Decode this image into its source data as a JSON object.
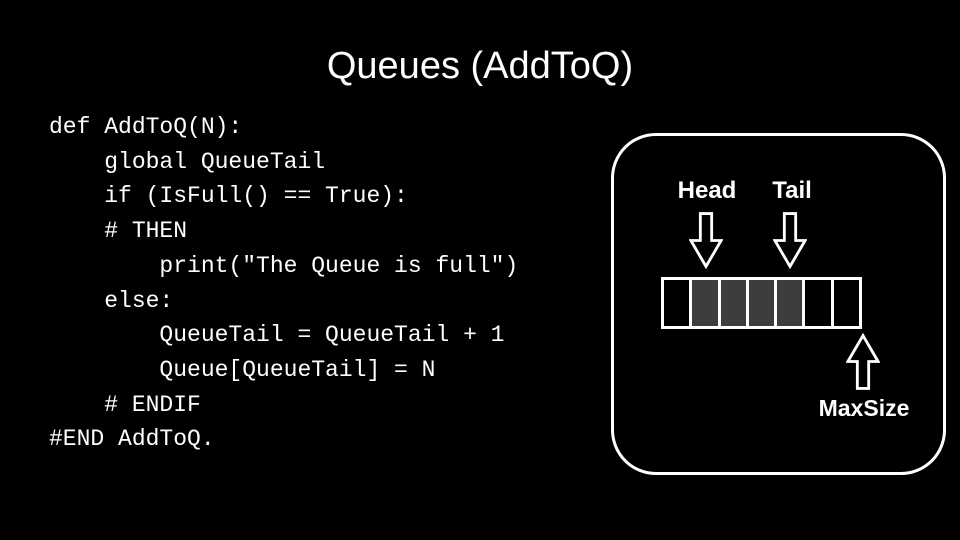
{
  "slide": {
    "title": "Queues (AddToQ)",
    "code_lines": [
      "def AddToQ(N):",
      "    global QueueTail",
      "    if (IsFull() == True):",
      "    # THEN",
      "        print(\"The Queue is full\")",
      "    else:",
      "        QueueTail = QueueTail + 1",
      "        Queue[QueueTail] = N",
      "    # ENDIF",
      "#END AddToQ."
    ],
    "diagram": {
      "head_label": "Head",
      "tail_label": "Tail",
      "max_size_label": "MaxSize",
      "cells": [
        "empty",
        "filled",
        "filled",
        "filled",
        "filled",
        "empty",
        "empty"
      ],
      "colors": {
        "filled_cell": "#3d3d3d",
        "empty_cell": "#000000",
        "outline": "#ffffff"
      }
    },
    "colors": {
      "background": "#000000",
      "text": "#ffffff"
    }
  }
}
